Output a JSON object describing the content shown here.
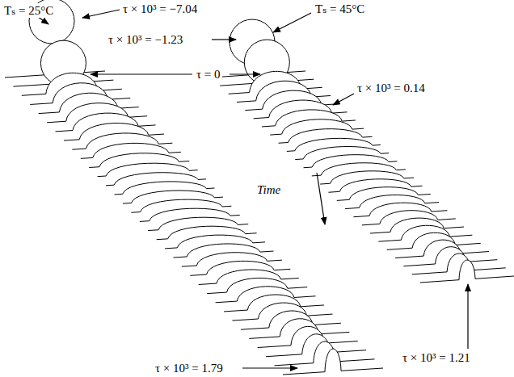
{
  "diagram": {
    "labels": [
      "Tₛ = 25°C",
      "τ × 10³ = −7.04",
      "Tₛ = 45°C",
      "τ × 10³ = −1.23",
      "τ = 0",
      "τ × 10³ = 0.14",
      "Time",
      "τ × 10³ = 1.21",
      "τ × 10³ = 1.79"
    ]
  }
}
